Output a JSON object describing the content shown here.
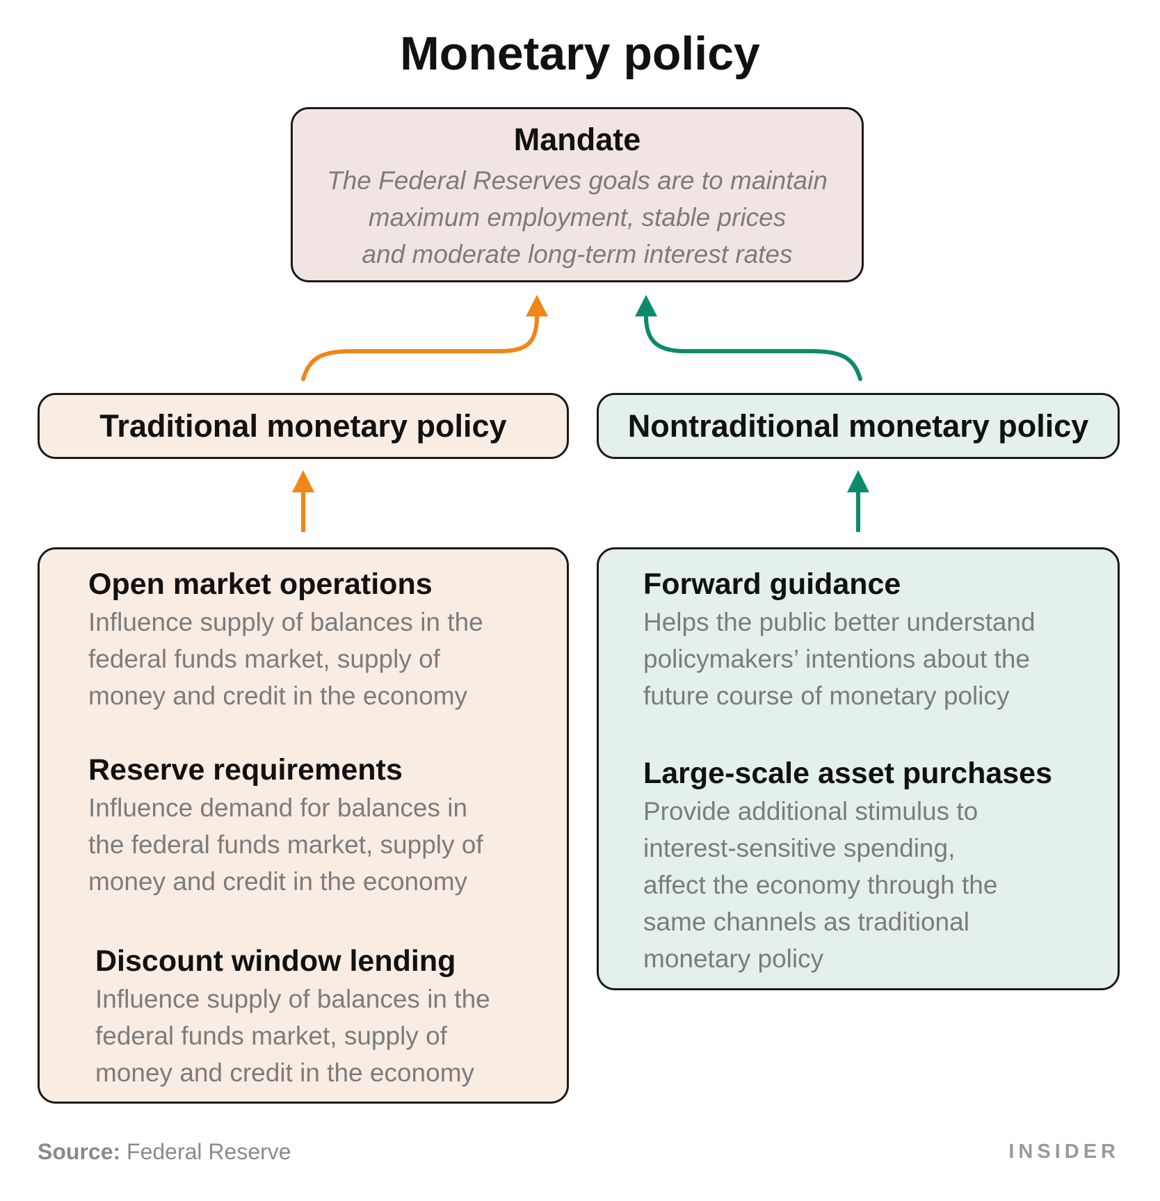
{
  "title": "Monetary policy",
  "mandate": {
    "title": "Mandate",
    "lines": [
      "The Federal Reserves goals are to maintain",
      "maximum employment, stable prices",
      "and moderate long-term interest rates"
    ]
  },
  "traditional": {
    "label": "Traditional monetary policy",
    "tools": [
      {
        "title": "Open market operations",
        "lines": [
          "Influence supply of balances in the",
          "federal funds market, supply of",
          "money and credit in the economy"
        ]
      },
      {
        "title": "Reserve requirements",
        "lines": [
          "Influence demand for balances in",
          "the federal funds market, supply of",
          "money and credit in the economy"
        ]
      },
      {
        "title": "Discount window lending",
        "lines": [
          "Influence supply of balances in the",
          "federal funds market, supply of",
          "money and credit in the economy"
        ]
      }
    ]
  },
  "nontraditional": {
    "label": "Nontraditional monetary policy",
    "tools": [
      {
        "title": "Forward guidance",
        "lines": [
          "Helps the public better understand",
          "policymakers’ intentions about the",
          "future course of monetary policy"
        ]
      },
      {
        "title": "Large-scale asset purchases",
        "lines": [
          "Provide additional stimulus to",
          "interest-sensitive spending,",
          "affect the economy through the",
          "same channels as traditional",
          "monetary policy"
        ]
      }
    ]
  },
  "footer": {
    "source_label": "Source:",
    "source_text": " Federal Reserve",
    "brand": "INSIDER"
  },
  "colors": {
    "orange_arrow": "#f08519",
    "green_arrow": "#0c8b6c",
    "mandate_bg": "#f1e5e4",
    "traditional_bg": "#f9ece3",
    "nontraditional_bg": "#e3f0ec",
    "body_text_gray": "#7c7c7c"
  }
}
